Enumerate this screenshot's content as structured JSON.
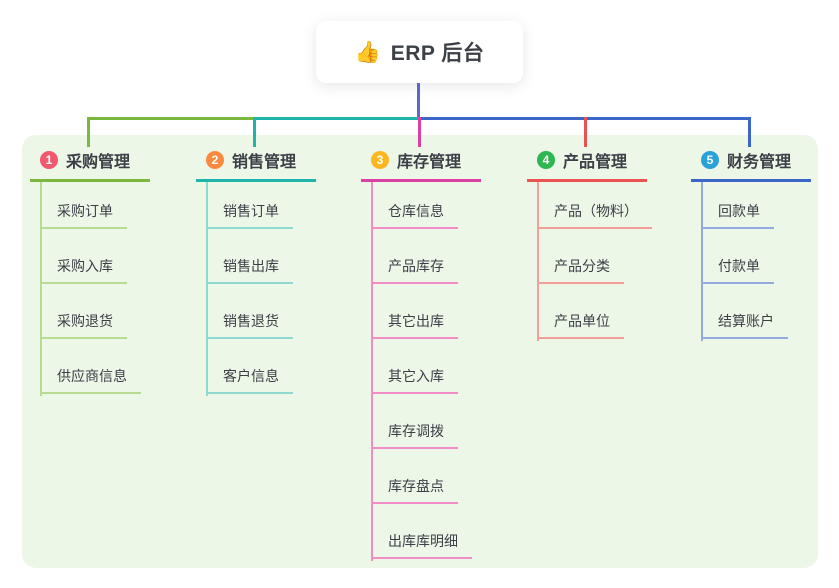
{
  "root": {
    "icon": "thumbs-up",
    "icon_glyph": "👍",
    "title": "ERP 后台"
  },
  "colors": {
    "canvas_bg": "#ffffff",
    "panel_bg": "#edf7e8",
    "text": "#3b4046",
    "root_connector": "#5d68cd",
    "badge_text": "#ffffff"
  },
  "branches": [
    {
      "badge": "1",
      "label": "采购管理",
      "badge_color": "#f1586d",
      "line_color": "#7ab93d",
      "child_line_color": "#b7db92",
      "children": [
        "采购订单",
        "采购入库",
        "采购退货",
        "供应商信息"
      ]
    },
    {
      "badge": "2",
      "label": "销售管理",
      "badge_color": "#fb8a3f",
      "line_color": "#1eb4a8",
      "child_line_color": "#8fd9d2",
      "children": [
        "销售订单",
        "销售出库",
        "销售退货",
        "客户信息"
      ]
    },
    {
      "badge": "3",
      "label": "库存管理",
      "badge_color": "#fbb722",
      "line_color": "#da41a1",
      "child_line_color": "#f08cc6",
      "children": [
        "仓库信息",
        "产品库存",
        "其它出库",
        "其它入库",
        "库存调拨",
        "库存盘点",
        "出库库明细"
      ]
    },
    {
      "badge": "4",
      "label": "产品管理",
      "badge_color": "#2eb750",
      "line_color": "#ea5450",
      "child_line_color": "#f49e9b",
      "children": [
        "产品（物料）",
        "产品分类",
        "产品单位"
      ]
    },
    {
      "badge": "5",
      "label": "财务管理",
      "badge_color": "#29a2da",
      "line_color": "#3b67c8",
      "child_line_color": "#93aade",
      "children": [
        "回款单",
        "付款单",
        "结算账户"
      ]
    }
  ]
}
